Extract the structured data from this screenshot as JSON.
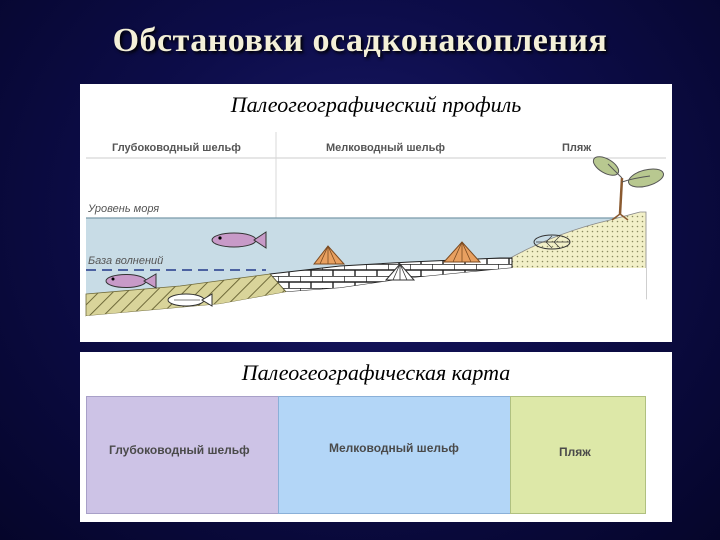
{
  "slide": {
    "title": "Обстановки осадконакопления"
  },
  "profile": {
    "heading": "Палеогеографический профиль",
    "zones": {
      "deep_shelf": "Глубоководный шельф",
      "shallow_shelf": "Мелководный шельф",
      "beach": "Пляж"
    },
    "levels": {
      "sea_level": "Уровень моря",
      "wave_base": "База волнений"
    }
  },
  "map": {
    "heading": "Палеогеографическая карта",
    "zones": [
      {
        "label": "Глубоководный шельф",
        "color": "#cdc3e6"
      },
      {
        "label": "Мелководный шельф",
        "color": "#b3d6f7"
      },
      {
        "label": "Пляж",
        "color": "#dde8a8"
      }
    ]
  },
  "colors": {
    "water": "#c8dce6",
    "sand": "#f2f0c8",
    "deep_sediment": "#d4cf8c",
    "shell": "#e8a060",
    "fish": "#c89ac8"
  }
}
